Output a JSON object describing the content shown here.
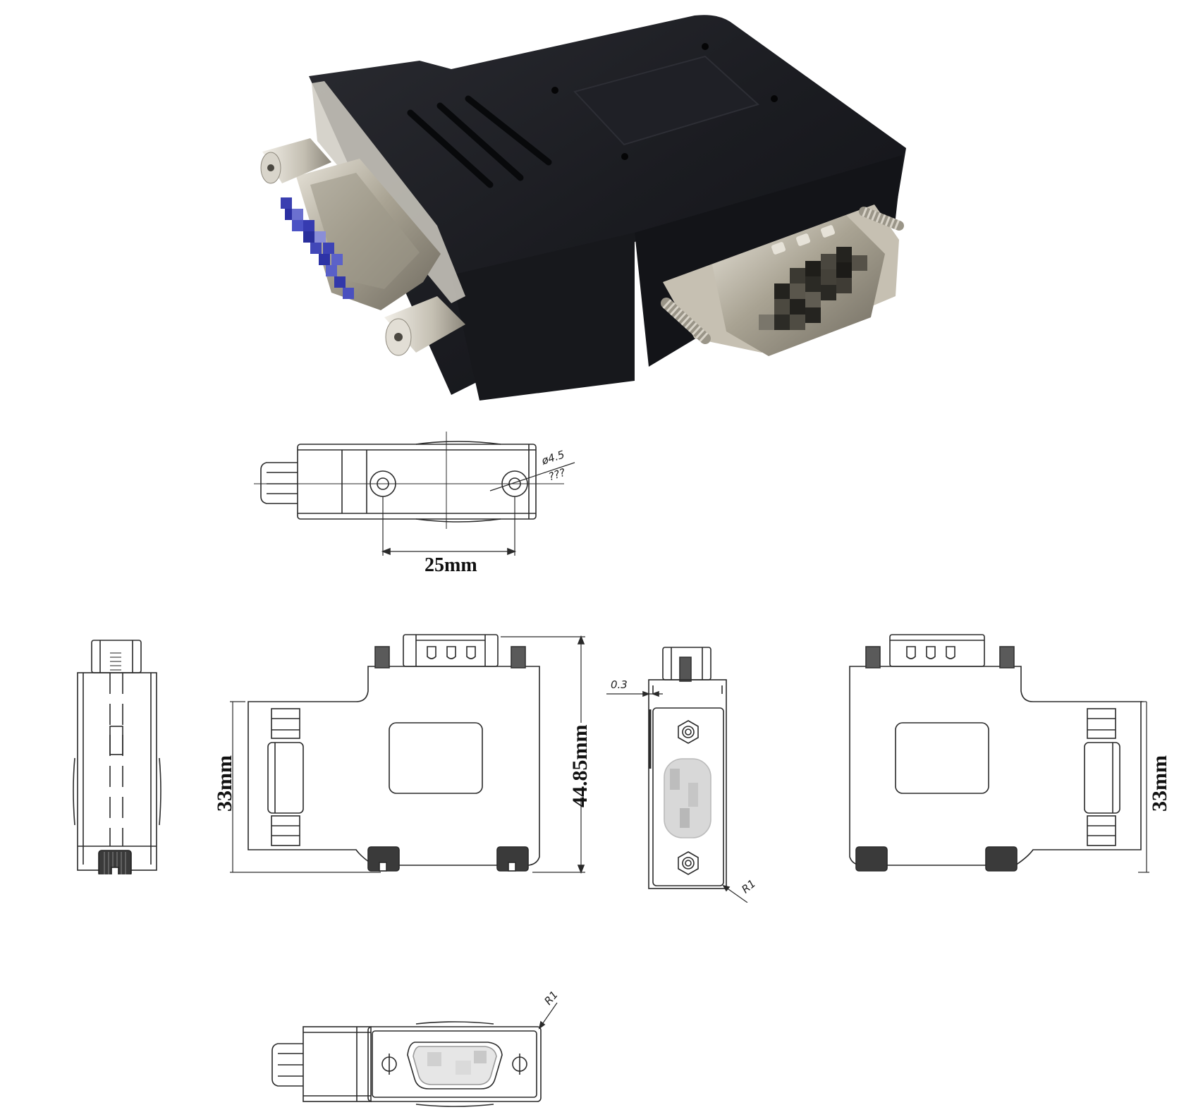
{
  "figure": {
    "subject": "VGA DB15 male-to-female right-angle adapter",
    "colors": {
      "housing": "#1c1d22",
      "metal_shell": "#b9b4a6",
      "pins_blurred": "#3a3fb0",
      "line": "#2a2a2a",
      "background": "#ffffff"
    }
  },
  "photo": {
    "label": "product-photo"
  },
  "views": {
    "top_view": {
      "hole_label": "ø4.5",
      "hole_note": "???",
      "spacing_label": "25mm"
    },
    "side_view_left": {},
    "front_view": {
      "width_label": "33mm",
      "height_label": "44.85mm"
    },
    "end_view": {
      "gap_label": "0.3",
      "radius_label": "R1"
    },
    "rear_view": {
      "width_label": "33mm"
    },
    "bottom_view": {
      "radius_label": "R1"
    }
  }
}
